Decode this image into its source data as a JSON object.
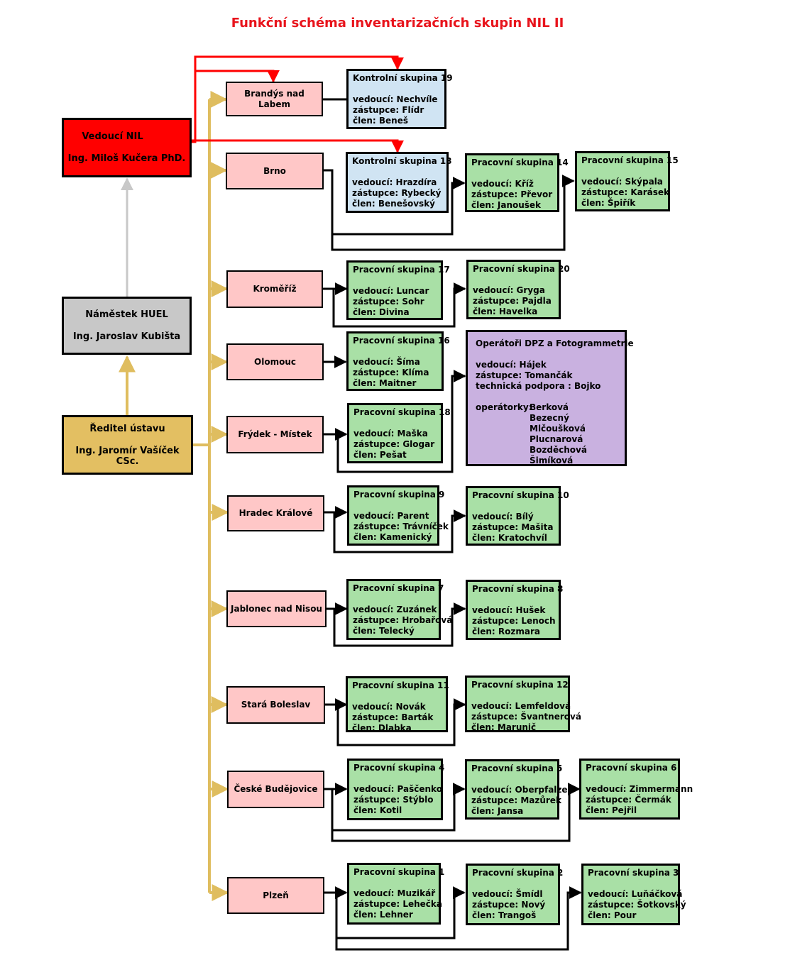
{
  "title": "Funkční schéma inventarizačních skupin NIL II",
  "executives": {
    "head_nil": {
      "line1": "Vedoucí NIL",
      "line2": "Ing. Miloš Kučera PhD."
    },
    "deputy": {
      "line1": "Náměstek HUEL",
      "line2": "Ing. Jaroslav Kubišta"
    },
    "director": {
      "line1": "Ředitel ústavu",
      "line2": "Ing. Jaromír Vašíček CSc."
    }
  },
  "cities": {
    "brandys": "Brandýs nad Labem",
    "brno": "Brno",
    "kromeriz": "Kroměříž",
    "olomouc": "Olomouc",
    "frydek": "Frýdek - Místek",
    "hradec": "Hradec Králové",
    "jablonec": "Jablonec nad Nisou",
    "boleslav": "Stará Boleslav",
    "budejovice": "České Budějovice",
    "plzen": "Plzeň"
  },
  "groups": {
    "k19": {
      "title": "Kontrolní skupina 19",
      "vedouci": "vedoucí:  Nechvíle",
      "zastupce": "zástupce: Flídr",
      "clen": "člen: Beneš"
    },
    "k13": {
      "title": "Kontrolní skupina 13",
      "vedouci": "vedoucí: Hrazdíra",
      "zastupce": "zástupce: Rybecký",
      "clen": "člen: Benešovský"
    },
    "p14": {
      "title": "Pracovní skupina 14",
      "vedouci": "vedoucí: Kříž",
      "zastupce": "zástupce: Převor",
      "clen": "člen: Janoušek"
    },
    "p15": {
      "title": "Pracovní skupina 15",
      "vedouci": "vedoucí: Skýpala",
      "zastupce": "zástupce: Karásek",
      "clen": "člen: Špiřík"
    },
    "p17": {
      "title": "Pracovní skupina 17",
      "vedouci": "vedoucí:  Luncar",
      "zastupce": "zástupce: Sohr",
      "clen": "člen: Divina"
    },
    "p20": {
      "title": "Pracovní skupina 20",
      "vedouci": "vedoucí: Gryga",
      "zastupce": "zástupce: Pajdla",
      "clen": "člen: Havelka"
    },
    "p16": {
      "title": "Pracovní skupina 16",
      "vedouci": "vedoucí:  Šíma",
      "zastupce": "zástupce: Klíma",
      "clen": "člen: Maitner"
    },
    "p18": {
      "title": "Pracovní skupina 18",
      "vedouci": "vedoucí:  Maška",
      "zastupce": "zástupce: Glogar",
      "clen": "člen: Pešat"
    },
    "p9": {
      "title": "Pracovní skupina 9",
      "vedouci": "vedoucí: Parent",
      "zastupce": "zástupce: Trávníček",
      "clen": "člen: Kamenický"
    },
    "p10": {
      "title": "Pracovní skupina 10",
      "vedouci": "vedoucí: Bílý",
      "zastupce": "zástupce: Mašita",
      "clen": "člen: Kratochvíl"
    },
    "p7": {
      "title": "Pracovní skupina 7",
      "vedouci": "vedoucí:  Zuzánek",
      "zastupce": "zástupce: Hrobařová",
      "clen": "člen: Telecký"
    },
    "p8": {
      "title": "Pracovní skupina 8",
      "vedouci": "vedoucí:  Hušek",
      "zastupce": "zástupce: Lenoch",
      "clen": "člen: Rozmara"
    },
    "p11": {
      "title": "Pracovní skupina 11",
      "vedouci": "vedoucí: Novák",
      "zastupce": "zástupce: Barták",
      "clen": "člen: Dlabka"
    },
    "p12": {
      "title": "Pracovní skupina 12",
      "vedouci": "vedoucí: Lemfeldová",
      "zastupce": "zástupce: Švantnerová",
      "clen": "člen: Marunič"
    },
    "p4": {
      "title": "Pracovní skupina 4",
      "vedouci": "vedoucí: Paščenko",
      "zastupce": "zástupce: Stýblo",
      "clen": "člen: Kotil"
    },
    "p5": {
      "title": "Pracovní skupina  5",
      "vedouci": "vedoucí: Oberpfalzer",
      "zastupce": "zástupce: Mazůrek",
      "clen": "člen: Jansa"
    },
    "p6": {
      "title": "Pracovní skupina 6",
      "vedouci": "vedoucí: Zimmermann",
      "zastupce": "zástupce: Čermák",
      "clen": "člen: Pejřil"
    },
    "p1": {
      "title": "Pracovní skupina 1",
      "vedouci": "vedoucí: Muzikář",
      "zastupce": "zástupce: Lehečka",
      "clen": "člen: Lehner"
    },
    "p2": {
      "title": "Pracovní skupina 2",
      "vedouci": "vedoucí: Šmídl",
      "zastupce": "zástupce: Nový",
      "clen": "člen: Trangoš"
    },
    "p3": {
      "title": "Pracovní skupina 3",
      "vedouci": "vedoucí: Luňáčková",
      "zastupce": "zástupce: Šotkovský",
      "clen": "člen: Pour"
    }
  },
  "operators": {
    "title": "Operátoři DPZ a Fotogrammetrie",
    "vedouci": "vedoucí: Hájek",
    "zastupce": "zástupce: Tomančák",
    "podpora": "technická podpora : Bojko",
    "label": "operátorky:",
    "names": [
      "Berková",
      "Bezecný",
      "Mlčoušková",
      "Plucnarová",
      "Bozděchová",
      "Šimíková"
    ]
  },
  "colors": {
    "title": "#e8141c",
    "head_nil": "#ff0000",
    "deputy": "#c8c8c8",
    "director": "#e3bf62",
    "city": "#ffc7c7",
    "working_group": "#a9e0a6",
    "control_group": "#d0e4f3",
    "operators": "#c9b1e0",
    "gold_connector": "#dfbd5f",
    "red_connector": "#ff0000",
    "grey_connector": "#c8c8c8"
  }
}
